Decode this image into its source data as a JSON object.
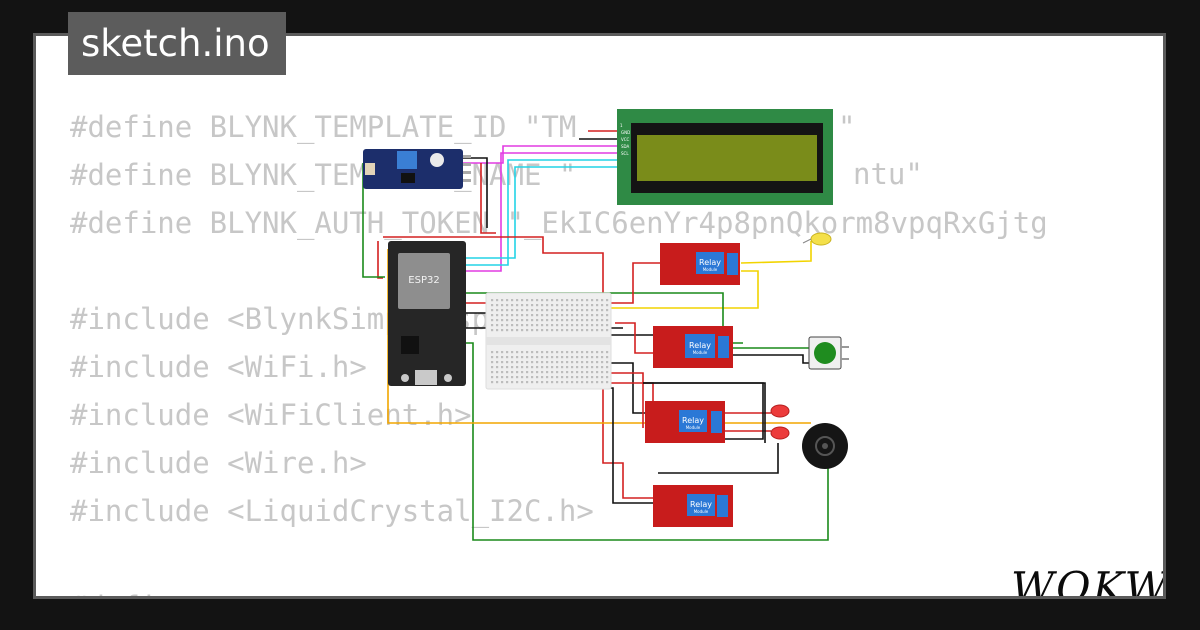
{
  "tab": {
    "filename": "sketch.ino"
  },
  "code": {
    "lines": [
      "#define BLYNK_TEMPLATE_ID \"TM",
      "#define BLYNK_TEMPLATE_NAME \"",
      "#define BLYNK_AUTH_TOKEN \"_EkIC6enYr4p8pnQkorm8vpqRxGjtg",
      "",
      "#include <BlynkSimpleEsp32.h>",
      "#include <WiFi.h>",
      "#include <WiFiClient.h>",
      "#include <Wire.h>",
      "#include <LiquidCrystal_I2C.h>",
      "",
      "#define"
    ],
    "partial_visible": [
      "\"",
      "ntu\""
    ]
  },
  "circuit": {
    "esp32_label": "ESP32",
    "relay_label": "Relay",
    "relay_sub": "Module",
    "lcd_pins": [
      "1",
      "GND",
      "VCC",
      "SDA",
      "SCL"
    ]
  },
  "brand": {
    "logo": "WOKWi"
  },
  "colors": {
    "background": "#131313",
    "card": "#ffffff",
    "code": "#c7c7c7",
    "relay": "#c81c1c",
    "lcd_frame": "#2f8a45",
    "lcd_screen": "#7a8c1a"
  }
}
